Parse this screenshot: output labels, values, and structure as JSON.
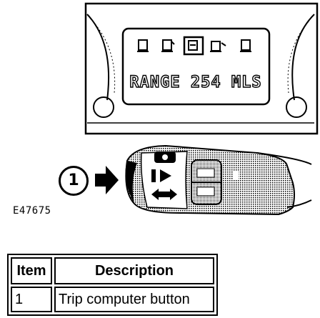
{
  "display": {
    "range_text": "RANGE 254 MLS"
  },
  "callout": {
    "number": "1"
  },
  "figure_code": "E47675",
  "legend": {
    "headers": [
      "Item",
      "Description"
    ],
    "rows": [
      {
        "item": "1",
        "description": "Trip computer button"
      }
    ]
  },
  "colors": {
    "ink": "#000000",
    "paper": "#ffffff",
    "shade": "#9a9a9a"
  }
}
